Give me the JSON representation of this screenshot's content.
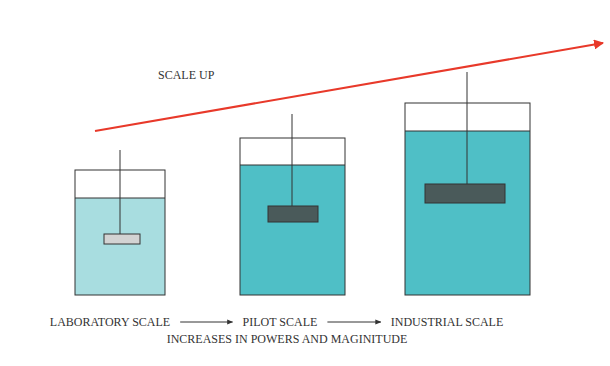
{
  "diagram": {
    "labels": [
      "SCALE UP",
      "LABORATORY SCALE",
      "PILOT SCALE",
      "INDUSTRIAL SCALE",
      "INCREASES IN POWERS AND MAGINITUDE"
    ]
  }
}
